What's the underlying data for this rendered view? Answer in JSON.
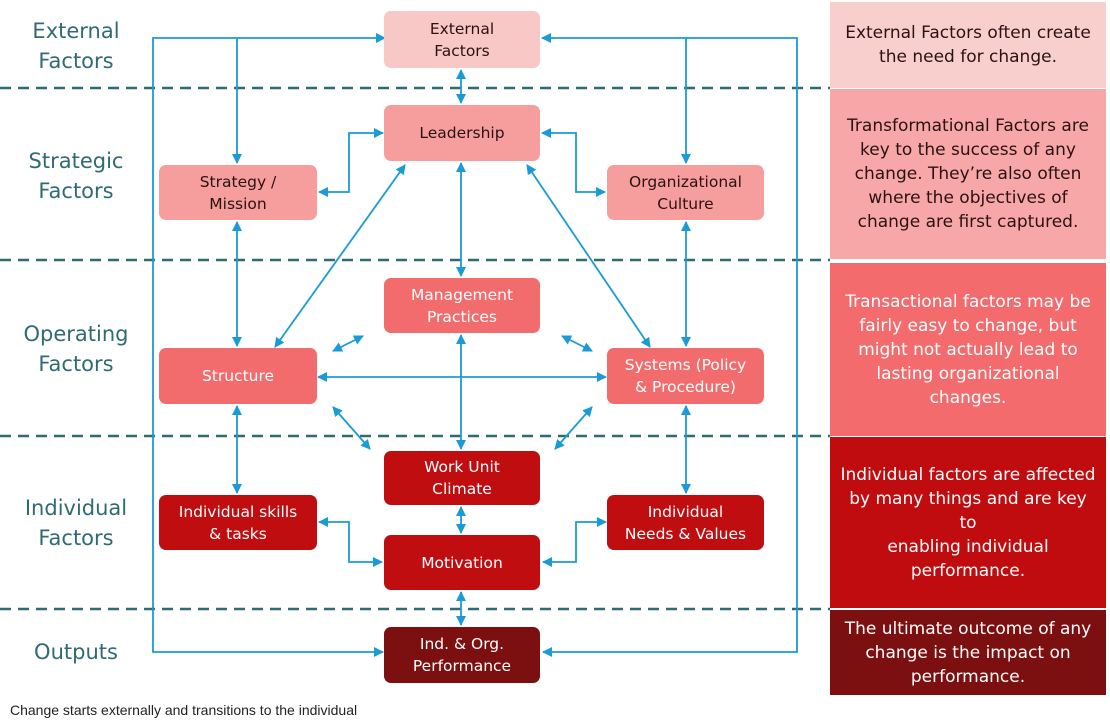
{
  "layers": [
    {
      "label": "External\nFactors"
    },
    {
      "label": "Strategic\nFactors"
    },
    {
      "label": "Operating\nFactors"
    },
    {
      "label": "Individual\nFactors"
    },
    {
      "label": "Outputs"
    }
  ],
  "boxes": {
    "external": "External\nFactors",
    "leadership": "Leadership",
    "strategy": "Strategy /\nMission",
    "culture": "Organizational\nCulture",
    "management": "Management\nPractices",
    "structure": "Structure",
    "systems": "Systems (Policy\n& Procedure)",
    "climate": "Work Unit\nClimate",
    "skills": "Individual skills\n& tasks",
    "motivation": "Motivation",
    "needs": "Individual\nNeeds & Values",
    "performance": "Ind. & Org.\nPerformance"
  },
  "notes": [
    "External Factors often create\nthe need for change.",
    "Transformational Factors are\nkey to the success of any\nchange. They’re also often\nwhere the objectives of\nchange are first captured.",
    "Transactional factors may be\nfairly easy to change, but\nmight not actually lead to\nlasting organizational\nchanges.",
    "Individual factors are affected\nby many things and are key to\nenabling individual\nperformance.",
    "The ultimate outcome of any\nchange is the impact on\nperformance."
  ],
  "caption": "Change  starts externally and transitions to the individual",
  "colors": {
    "arrow": "#1a9bd7",
    "divider": "#2f6b73",
    "layer_text": "#2f6b73",
    "external": "#f8c8c6",
    "strategic": "#f69e9e",
    "operating": "#f26b6d",
    "individual": "#bf0d10",
    "output": "#7c1010"
  }
}
